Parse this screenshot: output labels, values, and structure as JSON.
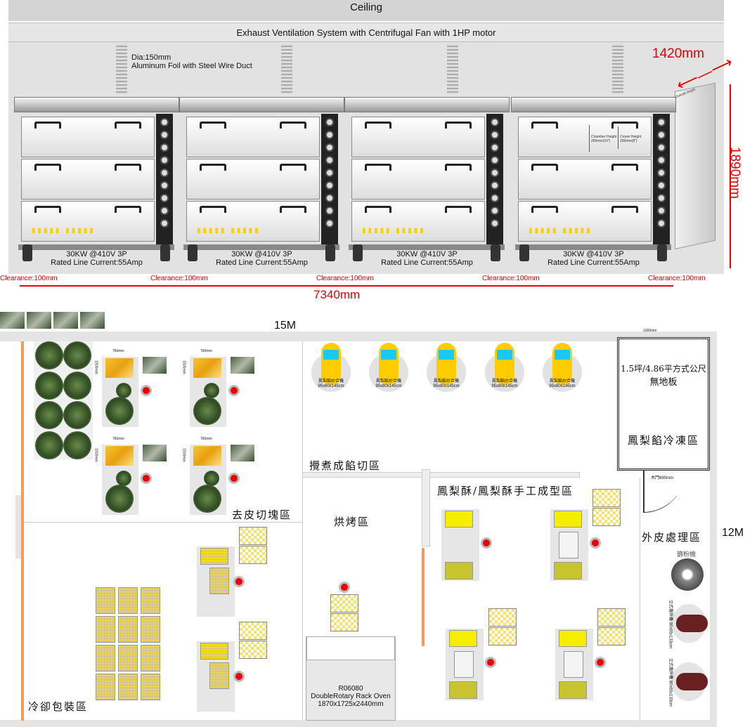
{
  "elevation": {
    "ceiling": "Ceiling",
    "exhaust": "Exhaust Ventilation System with Centrifugal Fan with 1HP motor",
    "duct_note_1": "Dia:150mm",
    "duct_note_2": "Aluminum Foil with Steel Wire Duct",
    "depth": "1420mm",
    "height": "1890mm",
    "width": "7340mm",
    "clearance": "Clearance:100mm",
    "ovens": [
      {
        "power": "30KW @410V 3P",
        "current": "Rated Line Current:55Amp"
      },
      {
        "power": "30KW @410V 3P",
        "current": "Rated Line Current:55Amp"
      },
      {
        "power": "30KW @410V 3P",
        "current": "Rated Line Current:55Amp"
      },
      {
        "power": "30KW @410V 3P",
        "current": "Rated Line Current:55Amp"
      }
    ],
    "chamber_height": "Chamber Height 260mm(10\")",
    "crown_height": "Crown Height 200mm(8\")",
    "overall_depth": "Overall Depth"
  },
  "plan": {
    "width": "15M",
    "depth": "12M",
    "zones": {
      "peel": "去皮切塊區",
      "cook": "攪煮成餡切區",
      "bake": "烘烤區",
      "form": "鳳梨酥/鳳梨酥手工成型區",
      "freeze": "鳳梨餡冷凍區",
      "skin": "外皮處理區",
      "pack": "冷卻包裝區"
    },
    "freezer_size": "1.5坪/4.86平方式公尺",
    "freezer_floor": "無地板",
    "freezer_width": "1000mm",
    "door": "木門880mm",
    "table_w": "760mm",
    "table_d": "1500mm",
    "mixer_name": "鳳梨餡炒合機",
    "mixer_size": "95x80x145cm",
    "sifter": "篩粉機",
    "beater_name": "立式攪拌機",
    "beater_size": "80x65x133cm",
    "rack_oven_model": "R06080",
    "rack_oven_name": "DoubleRotary Rack Oven",
    "rack_oven_size": "1870x1725x2440mm"
  }
}
